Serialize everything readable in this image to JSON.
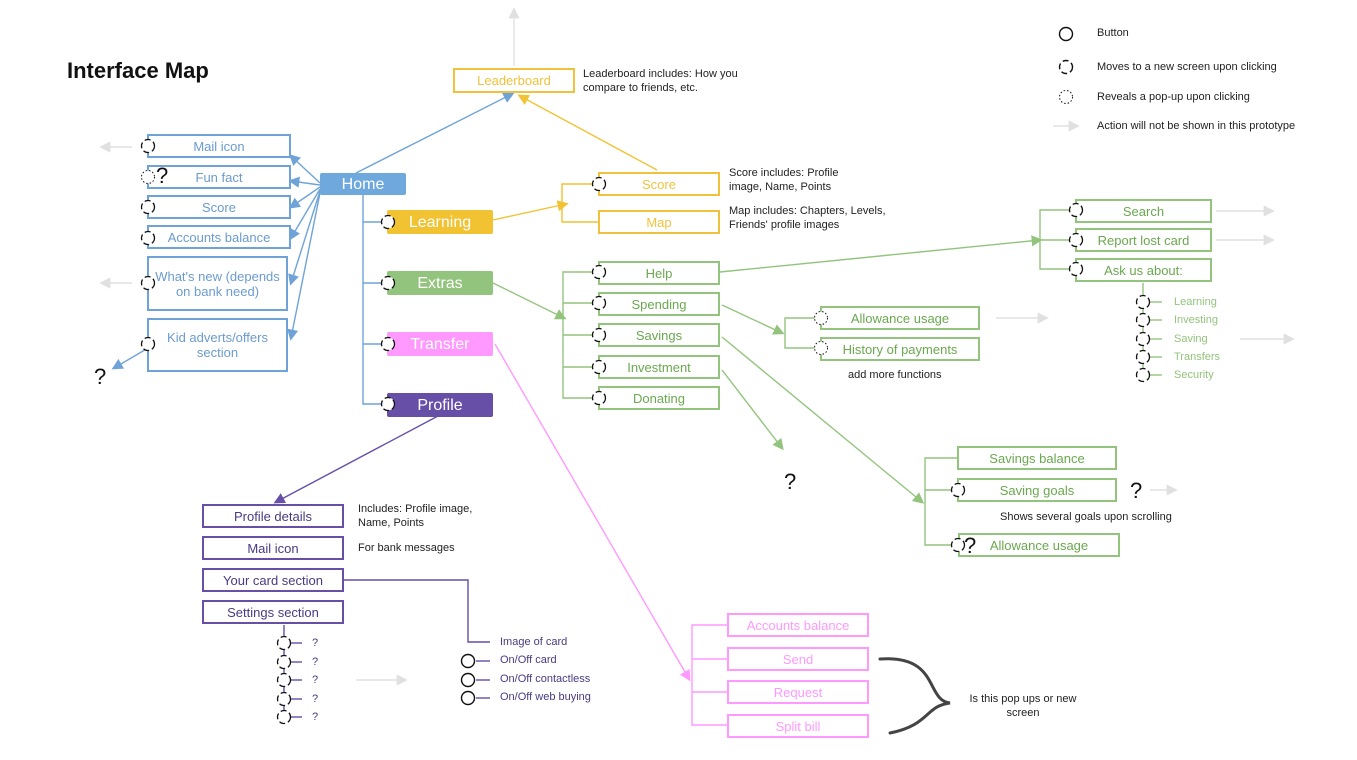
{
  "title": "Interface Map",
  "legend": {
    "button": "Button",
    "new_screen": "Moves to a new screen upon clicking",
    "popup": "Reveals a pop-up upon clicking",
    "not_shown": "Action will not be shown in this prototype"
  },
  "home": "Home",
  "sections": {
    "learning": "Learning",
    "extras": "Extras",
    "transfer": "Transfer",
    "profile": "Profile"
  },
  "home_items": [
    "Mail icon",
    "Fun fact",
    "Score",
    "Accounts balance",
    "What's new (depends on bank need)",
    "Kid adverts/offers section"
  ],
  "leaderboard": "Leaderboard",
  "leaderboard_note": "Leaderboard includes: How you compare to friends, etc.",
  "learning_items": [
    "Score",
    "Map"
  ],
  "score_note": "Score includes: Profile image, Name, Points",
  "map_note": "Map includes: Chapters, Levels, Friends' profile images",
  "extras_items": [
    "Help",
    "Spending",
    "Savings",
    "Investment",
    "Donating"
  ],
  "help_items": [
    "Search",
    "Report lost card",
    "Ask us about:"
  ],
  "ask_topics": [
    "Learning",
    "Investing",
    "Saving",
    "Transfers",
    "Security"
  ],
  "spending_items": [
    "Allowance usage",
    "History of payments"
  ],
  "spending_note": "add more functions",
  "savings_items": [
    "Savings balance",
    "Saving goals",
    "Allowance usage"
  ],
  "saving_goals_note": "Shows several goals upon scrolling",
  "profile_items": [
    "Profile details",
    "Mail icon",
    "Your card section",
    "Settings section"
  ],
  "profile_details_note": "Includes: Profile image, Name, Points",
  "mail_note": "For bank messages",
  "card_items": [
    "Image of card",
    "On/Off card",
    "On/Off contactless",
    "On/Off web buying"
  ],
  "settings_items": [
    "?",
    "?",
    "?",
    "?",
    "?"
  ],
  "transfer_items": [
    "Accounts balance",
    "Send",
    "Request",
    "Split bill"
  ],
  "transfer_note": "Is this pop ups or new screen",
  "question": "?",
  "colors": {
    "blue": "#6fa3d8",
    "home": "#6fa8dc",
    "yellow": "#f1c232",
    "green": "#93c47d",
    "purple": "#674ea7",
    "pink": "#ff99ff"
  }
}
